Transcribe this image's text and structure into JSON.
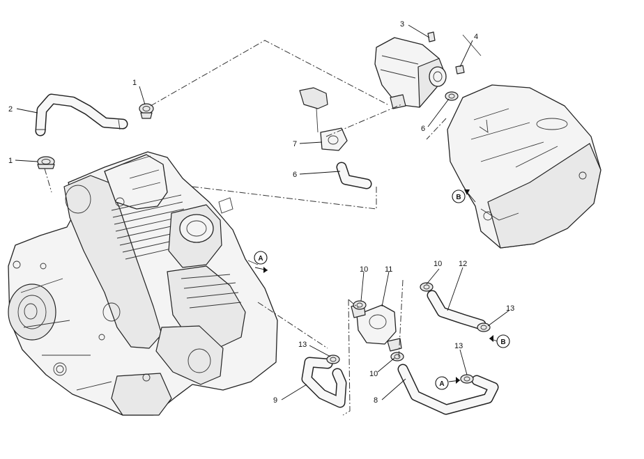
{
  "labels": {
    "part_1a": "1",
    "part_1b": "1",
    "part_2": "2",
    "part_3": "3",
    "part_4": "4",
    "part_6a": "6",
    "part_6b": "6",
    "part_7": "7",
    "part_8": "8",
    "part_9": "9",
    "part_10a": "10",
    "part_10b": "10",
    "part_10c": "10",
    "part_11": "11",
    "part_12": "12",
    "part_13a": "13",
    "part_13b": "13",
    "part_13c": "13",
    "ref_a1": "A",
    "ref_a2": "A",
    "ref_b1": "B",
    "ref_b2": "B"
  }
}
